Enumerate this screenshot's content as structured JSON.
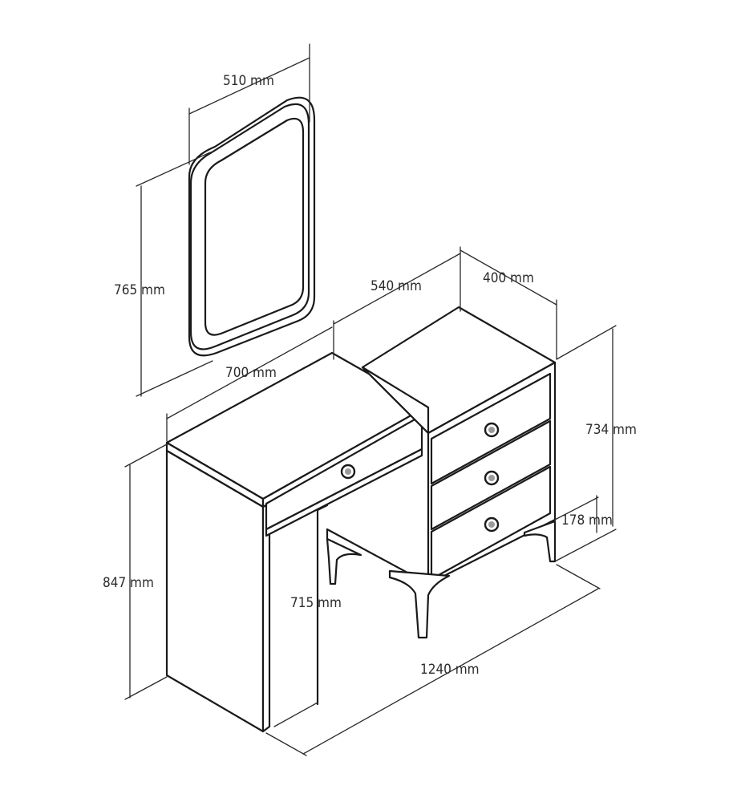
{
  "dimensions": {
    "mirror_width": "510 mm",
    "mirror_height": "765 mm",
    "cabinet_width": "540 mm",
    "cabinet_depth": "400 mm",
    "desk_depth": "700 mm",
    "cabinet_height": "734 mm",
    "leg_height": "178 mm",
    "desk_height": "847 mm",
    "knee_height": "715 mm",
    "total_width": "1240 mm"
  },
  "colors": {
    "line": "#1a1a1a",
    "dimension_line": "#2a2a2a",
    "text": "#2b2b2b",
    "knob": "#9a9a9a"
  }
}
